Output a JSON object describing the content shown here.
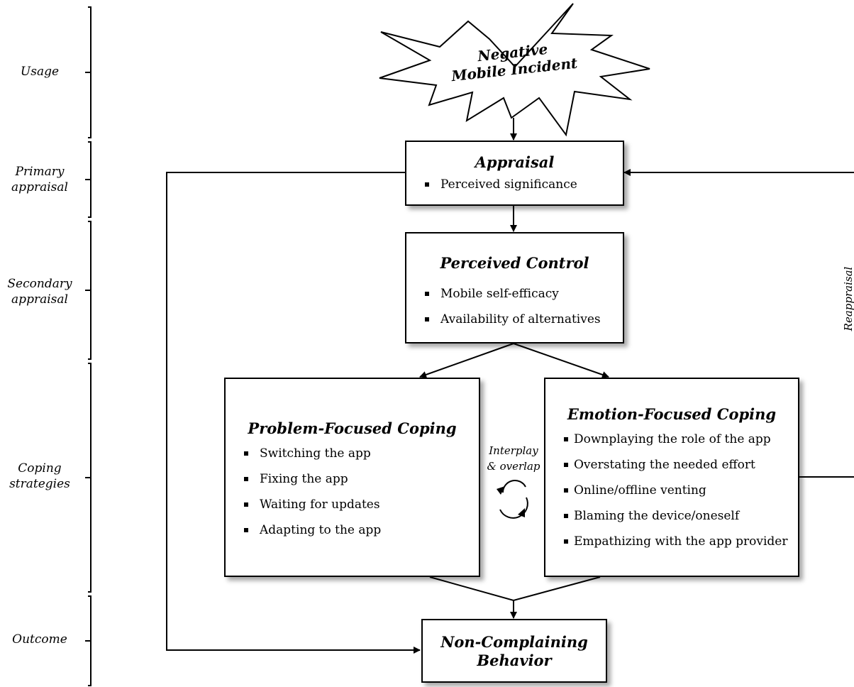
{
  "stages": [
    {
      "id": "usage",
      "label": "Usage"
    },
    {
      "id": "primary",
      "label": "Primary appraisal"
    },
    {
      "id": "secondary",
      "label": "Secondary appraisal"
    },
    {
      "id": "coping",
      "label": "Coping strategies"
    },
    {
      "id": "outcome",
      "label": "Outcome"
    }
  ],
  "incident": {
    "line1": "Negative",
    "line2": "Mobile Incident"
  },
  "appraisal": {
    "title": "Appraisal",
    "items": [
      "Perceived significance"
    ]
  },
  "perceived_control": {
    "title": "Perceived Control",
    "items": [
      "Mobile self-efficacy",
      "Availability of alternatives"
    ]
  },
  "problem_coping": {
    "title": "Problem-Focused Coping",
    "items": [
      "Switching the app",
      "Fixing the app",
      "Waiting for updates",
      "Adapting to the app"
    ]
  },
  "emotion_coping": {
    "title": "Emotion-Focused Coping",
    "items": [
      "Downplaying the role of the app",
      "Overstating the needed effort",
      "Online/offline venting",
      "Blaming the device/oneself",
      "Empathizing with the app provider"
    ]
  },
  "outcome_box": {
    "line1": "Non-Complaining",
    "line2": "Behavior"
  },
  "interplay": {
    "line1": "Interplay",
    "line2": "& overlap"
  },
  "reappraisal_label": "Reappraisal"
}
